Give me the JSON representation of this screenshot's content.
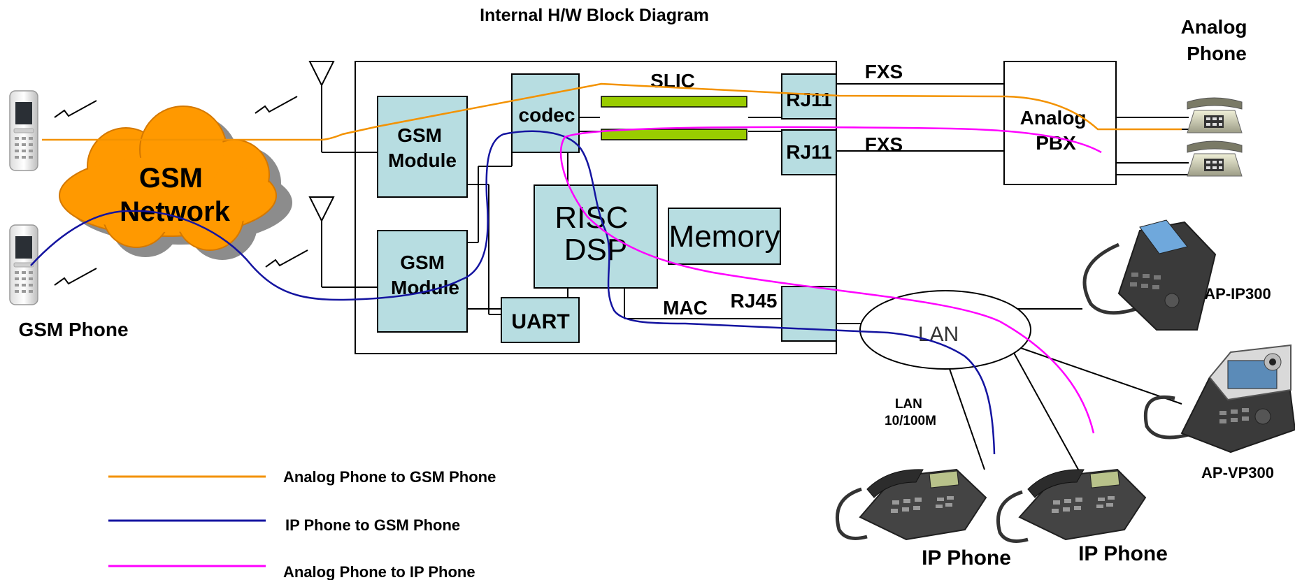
{
  "title": "Internal H/W Block Diagram",
  "blocks": {
    "gsm_module_1": [
      "GSM",
      "Module"
    ],
    "gsm_module_2": [
      "GSM",
      "Module"
    ],
    "codec": "codec",
    "slic": "SLIC",
    "risc_dsp": [
      "RISC",
      "DSP"
    ],
    "memory": "Memory",
    "uart": "UART",
    "mac": "MAC",
    "rj45": "RJ45",
    "rj11_top": "RJ11",
    "rj11_bottom": "RJ11",
    "fxs_top": "FXS",
    "fxs_bottom": "FXS",
    "analog_pbx": [
      "Analog",
      "PBX"
    ]
  },
  "labels": {
    "gsm_network": [
      "GSM",
      "Network"
    ],
    "gsm_phone": "GSM Phone",
    "analog_phone": [
      "Analog",
      "Phone"
    ],
    "lan_cloud": "LAN",
    "lan_speed": [
      "LAN",
      "10/100M"
    ],
    "ap_ip300": "AP-IP300",
    "ap_vp300": "AP-VP300",
    "ip_phone_1": "IP Phone",
    "ip_phone_2": "IP Phone"
  },
  "legend": [
    {
      "label": "Analog Phone to GSM Phone",
      "color": "#f39200"
    },
    {
      "label": "IP Phone to GSM Phone",
      "color": "#1414a0"
    },
    {
      "label": "Analog Phone to IP Phone",
      "color": "#ff00ff"
    }
  ],
  "colors": {
    "block_fill": "#b7dde1",
    "slic_bar": "#99cc00",
    "cloud_orange": "#ff9900",
    "cloud_shadow": "#808080"
  }
}
